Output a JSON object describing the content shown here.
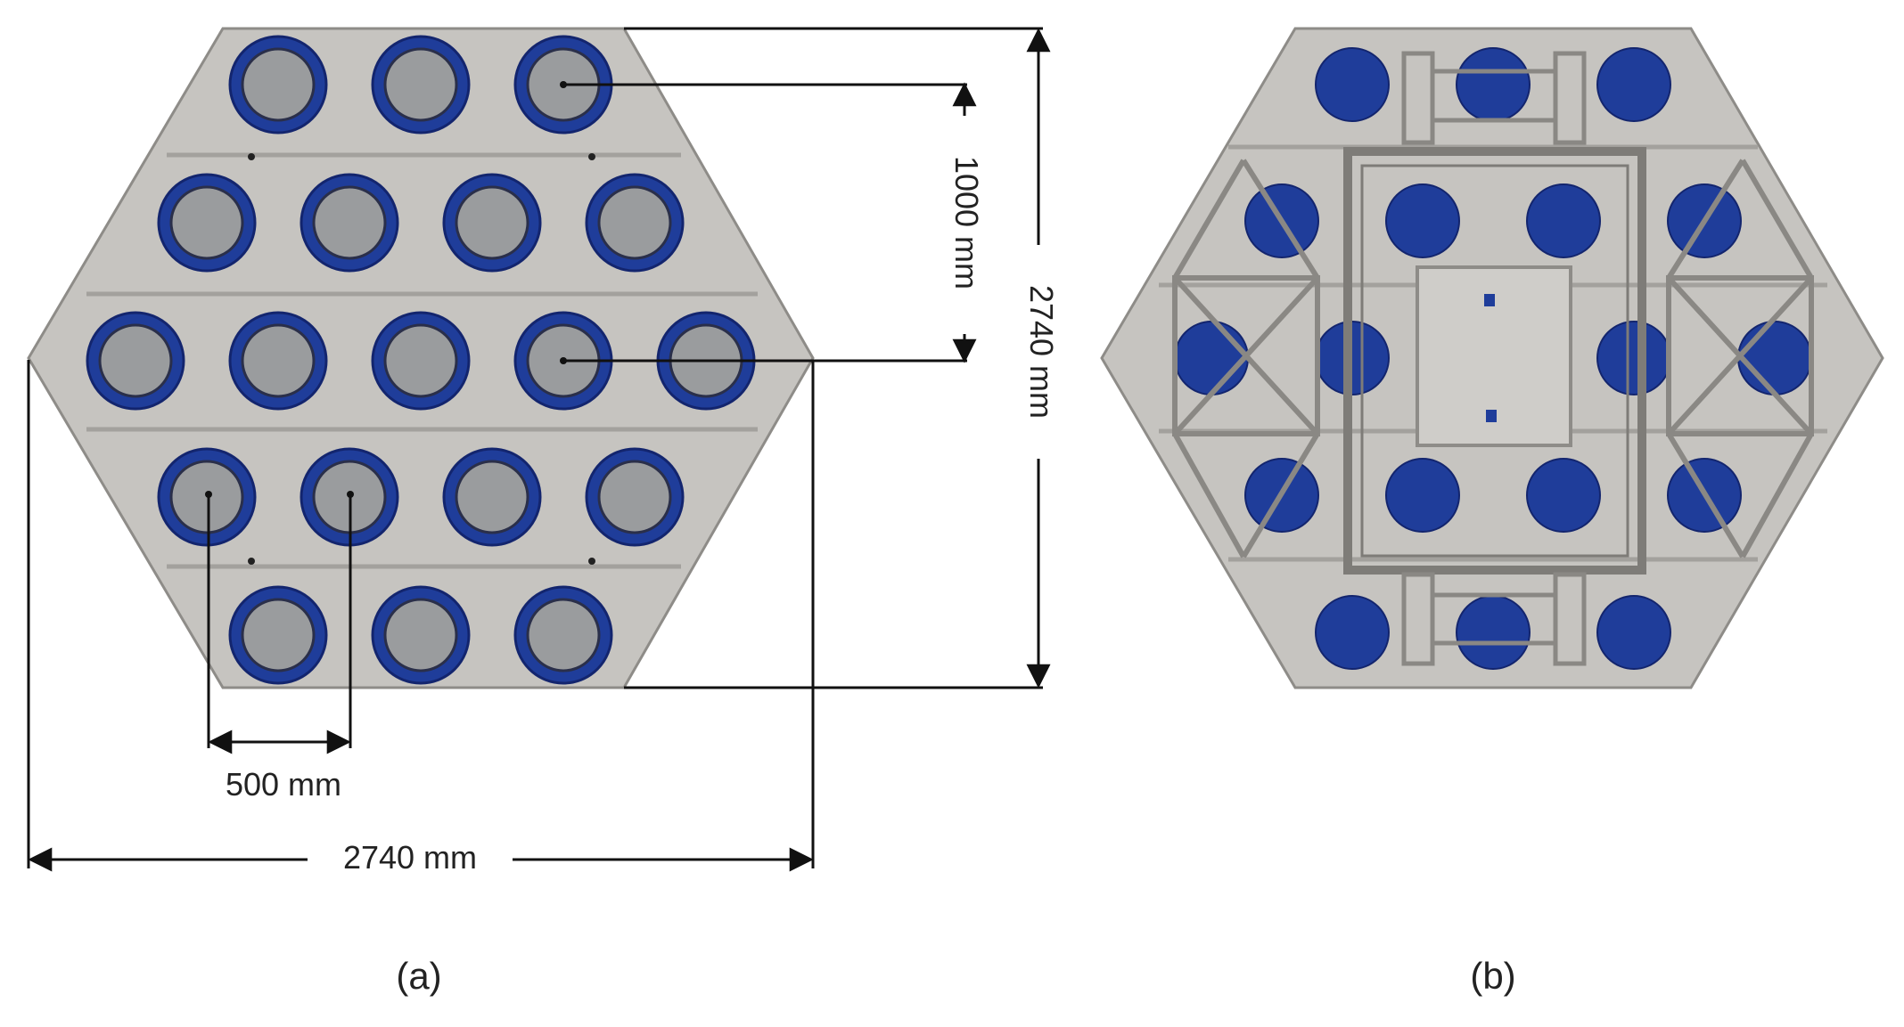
{
  "figure": {
    "panel_a": {
      "caption": "(a)",
      "dim_horizontal_total": "2740 mm",
      "dim_vertical_total": "2740 mm",
      "dim_row_spacing": "1000 mm",
      "dim_column_spacing": "500 mm",
      "port_rows": [
        3,
        4,
        5,
        4,
        3
      ]
    },
    "panel_b": {
      "caption": "(b)",
      "port_rows": [
        3,
        4,
        5,
        4,
        3
      ]
    },
    "colors": {
      "plate": "#c6c4c0",
      "plate_edge": "#8e8c88",
      "port_ring": "#1f3d9a",
      "port_ring_dark": "#13256e",
      "port_center": "#9a9c9e",
      "port_fill_b": "#1f3d9a",
      "frame": "#8a8884",
      "dimension_line": "#111111"
    }
  }
}
